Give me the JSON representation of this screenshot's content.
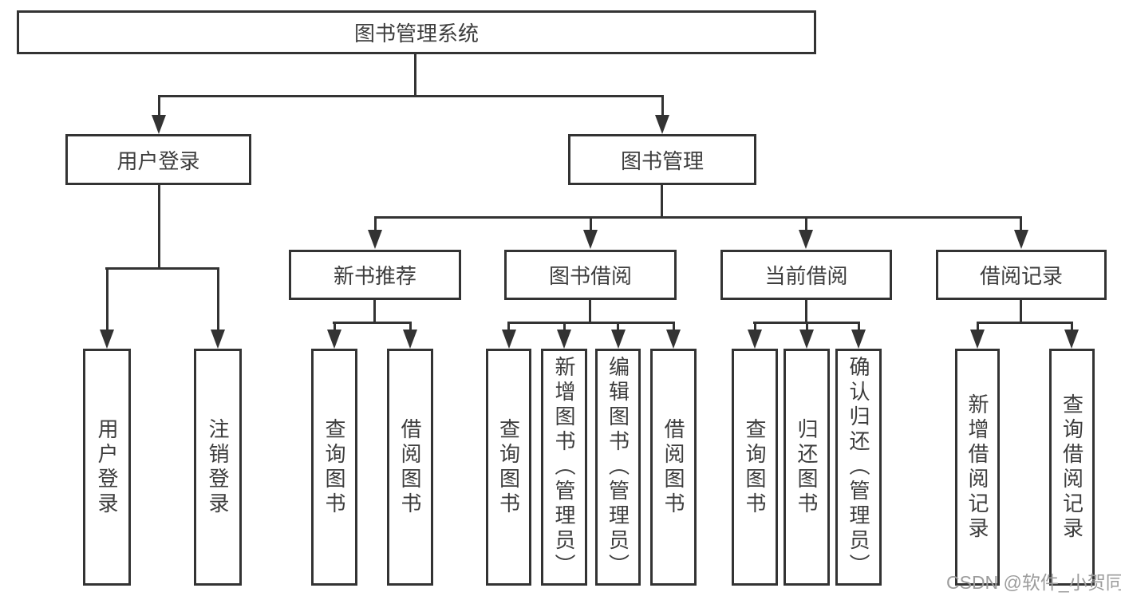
{
  "tree": {
    "root": {
      "label": "图书管理系统"
    },
    "level2": [
      {
        "id": "user-login",
        "label": "用户登录"
      },
      {
        "id": "book-management",
        "label": "图书管理"
      }
    ],
    "level3": [
      {
        "id": "new-book-recommend",
        "label": "新书推荐"
      },
      {
        "id": "book-borrowing",
        "label": "图书借阅"
      },
      {
        "id": "current-borrowing",
        "label": "当前借阅"
      },
      {
        "id": "borrowing-records",
        "label": "借阅记录"
      }
    ],
    "leaves": [
      {
        "parent": "用户登录",
        "label": "用户登录"
      },
      {
        "parent": "用户登录",
        "label": "注销登录"
      },
      {
        "parent": "新书推荐",
        "label": "查询图书"
      },
      {
        "parent": "新书推荐",
        "label": "借阅图书"
      },
      {
        "parent": "图书借阅",
        "label": "查询图书"
      },
      {
        "parent": "图书借阅",
        "label": "新增图书（管理员）"
      },
      {
        "parent": "图书借阅",
        "label": "编辑图书（管理员）"
      },
      {
        "parent": "图书借阅",
        "label": "借阅图书"
      },
      {
        "parent": "当前借阅",
        "label": "查询图书"
      },
      {
        "parent": "当前借阅",
        "label": "归还图书"
      },
      {
        "parent": "当前借阅",
        "label": "确认归还（管理员）"
      },
      {
        "parent": "借阅记录",
        "label": "新增借阅记录"
      },
      {
        "parent": "借阅记录",
        "label": "查询借阅记录"
      }
    ]
  },
  "watermark": {
    "text": "CSDN @软件_小贺同学"
  },
  "colors": {
    "line": "#333333",
    "box_border": "#333333",
    "text": "#3d3d3d",
    "watermark": "#9c9c9c",
    "background": "#ffffff"
  }
}
